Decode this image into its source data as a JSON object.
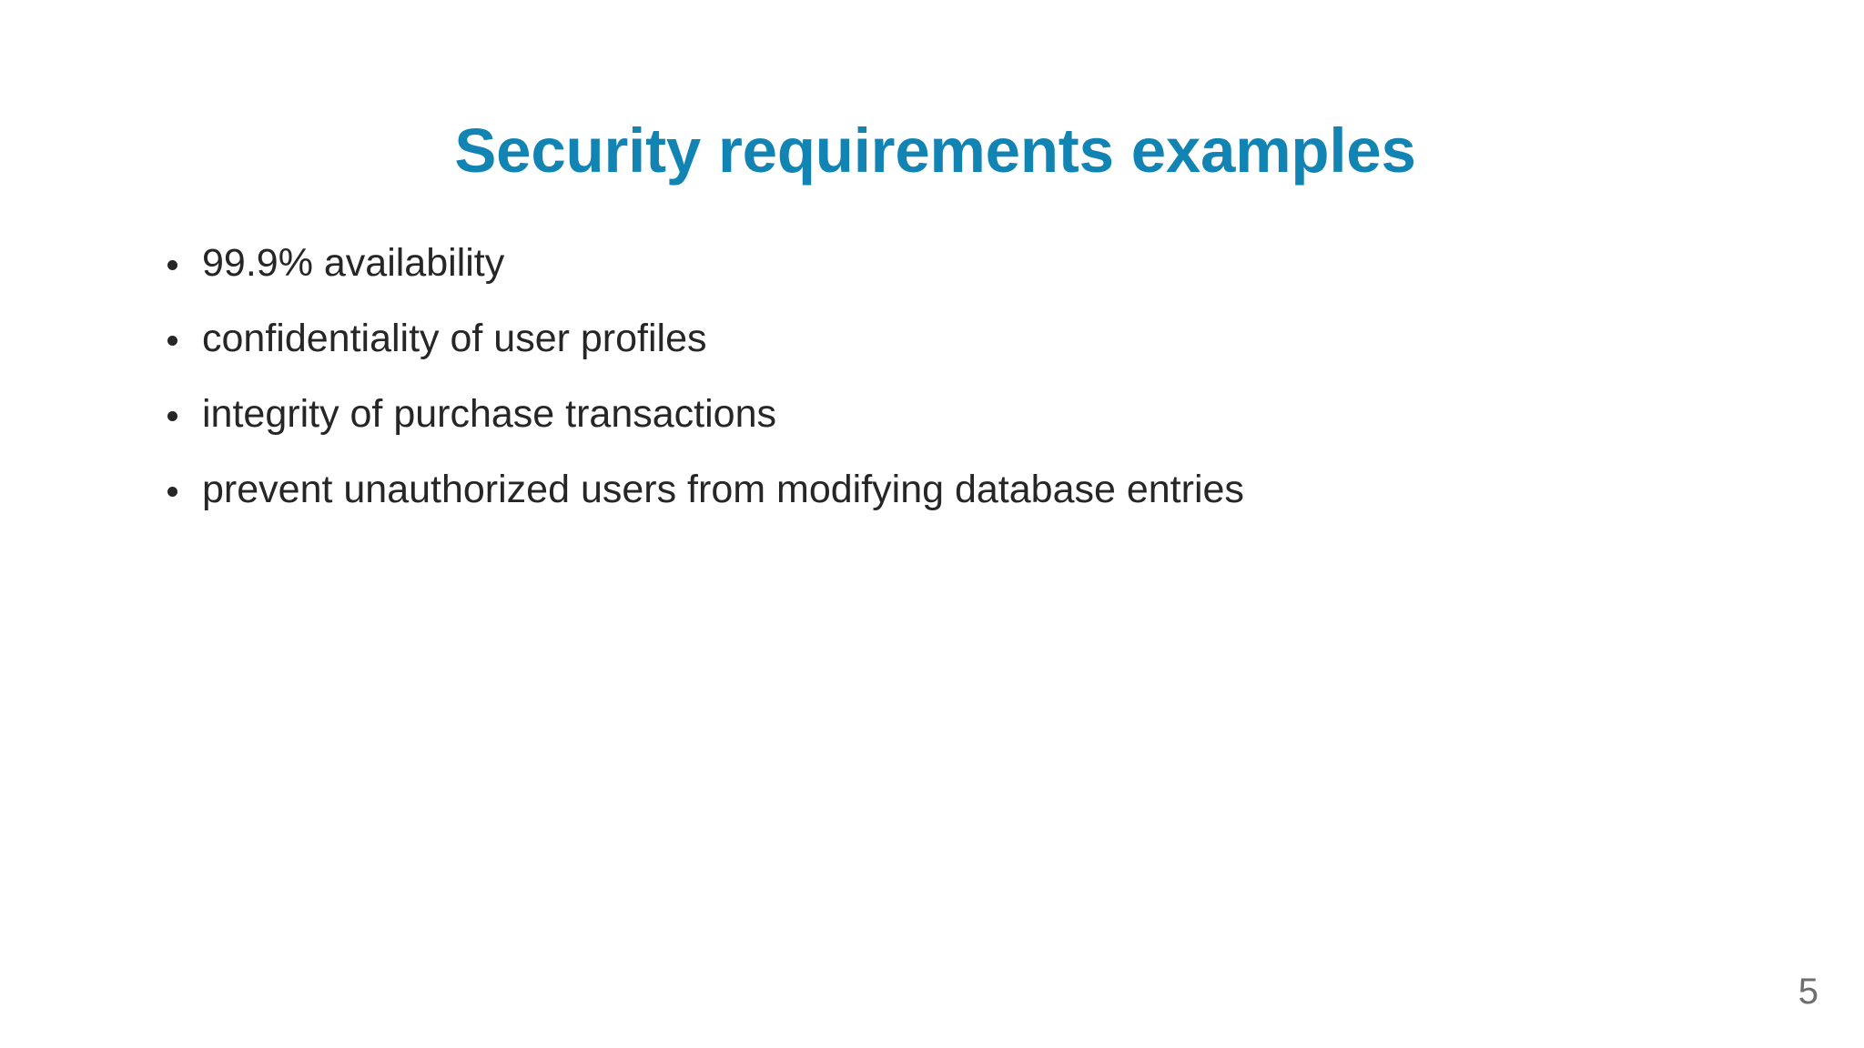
{
  "slide": {
    "title": "Security requirements examples",
    "title_color": "#1184b4",
    "background_color": "#ffffff",
    "body_color": "#262626",
    "page_number": "5",
    "page_number_color": "#6e6e6e",
    "bullets": [
      {
        "text": "99.9% availability"
      },
      {
        "text": "confidentiality of user profiles"
      },
      {
        "text": "integrity of purchase transactions"
      },
      {
        "text": "prevent unauthorized users from modifying database entries"
      }
    ]
  }
}
